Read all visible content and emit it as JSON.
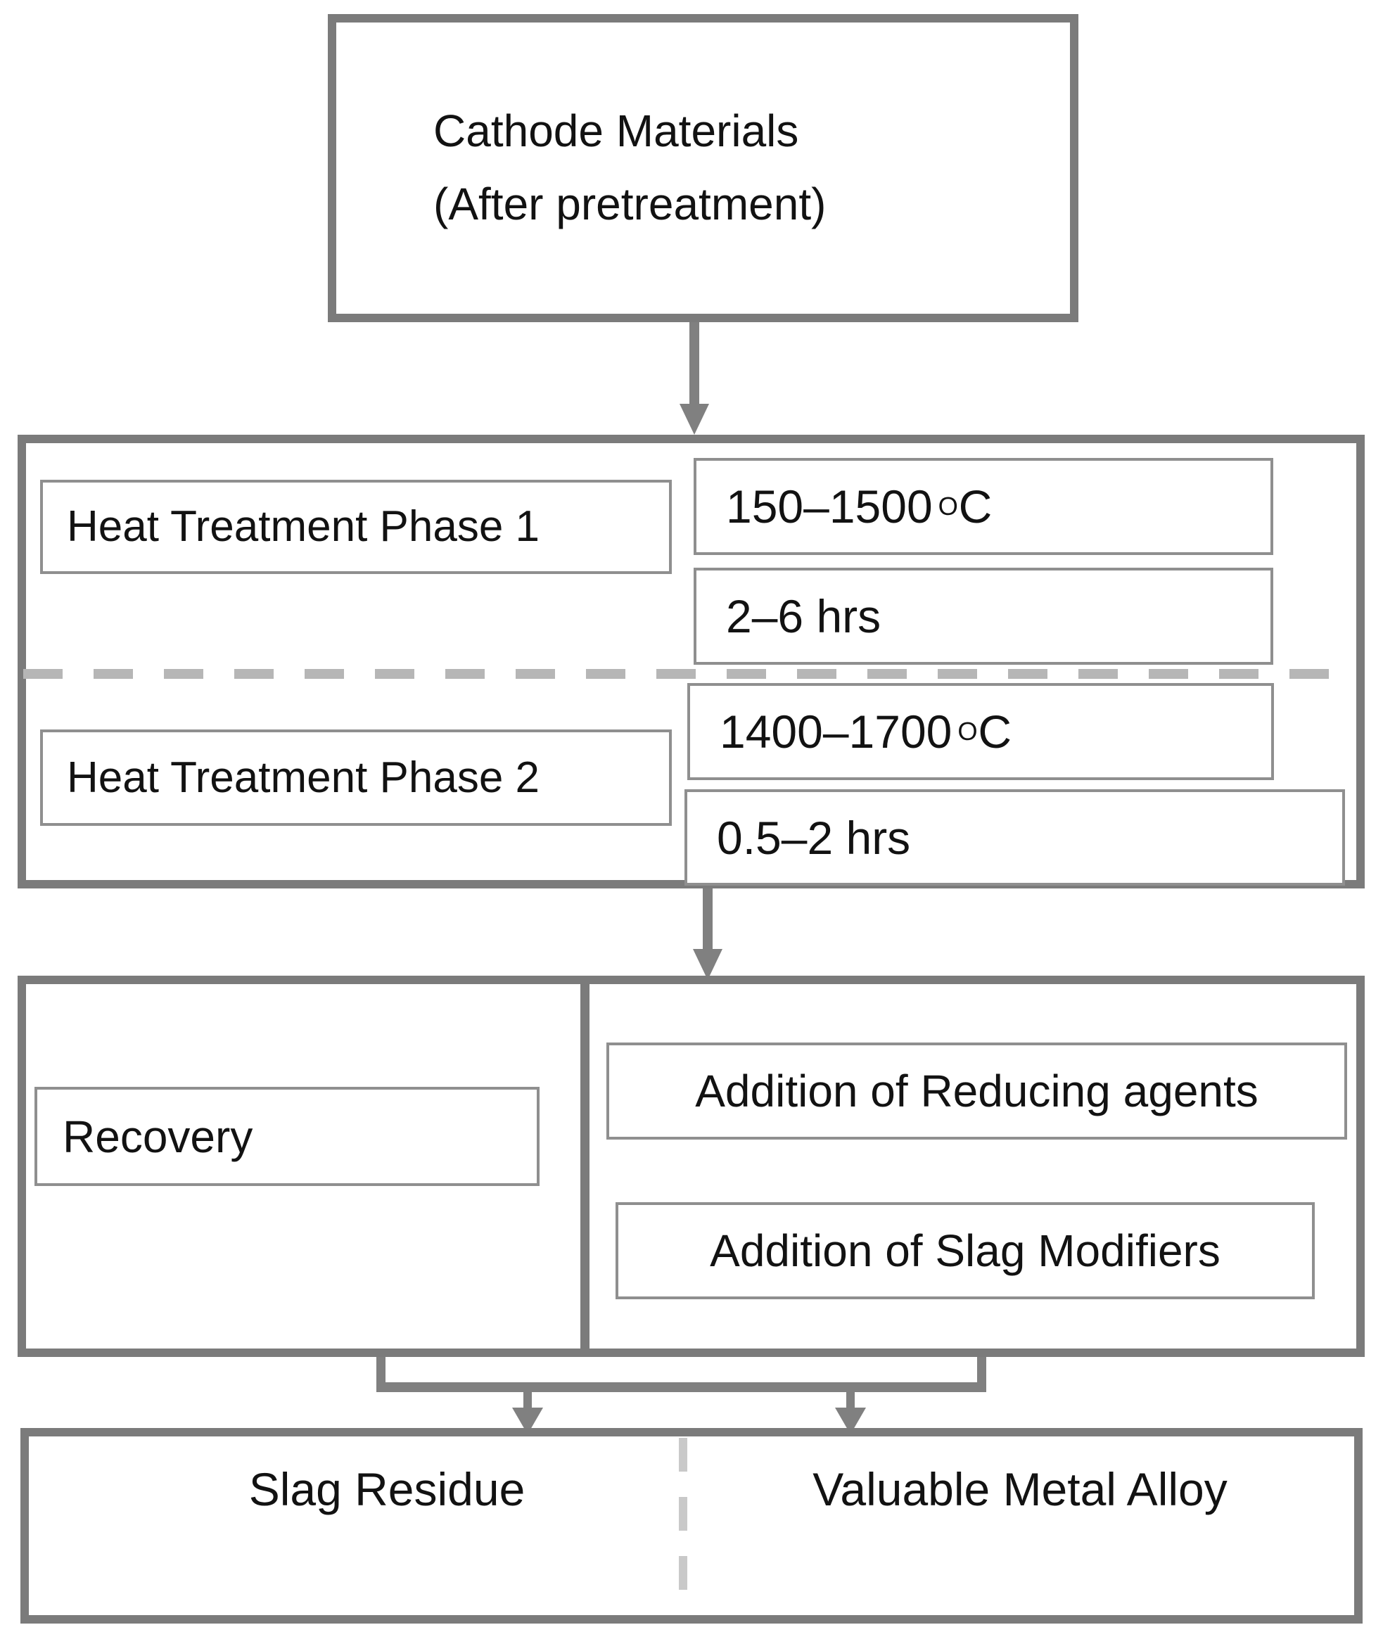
{
  "flowchart": {
    "cathode": {
      "line1": "Cathode Materials",
      "line2": "(After pretreatment)"
    },
    "heat_treatment": {
      "phase1": {
        "label": "Heat Treatment Phase 1",
        "temperature": "150–1500",
        "temperature_sup": "O",
        "temperature_unit": "C",
        "duration": "2–6 hrs"
      },
      "phase2": {
        "label": "Heat Treatment Phase 2",
        "temperature": "1400–1700",
        "temperature_sup": "O",
        "temperature_unit": "C",
        "duration": "0.5–2 hrs"
      }
    },
    "recovery": {
      "label": "Recovery",
      "additions": [
        "Addition of Reducing agents",
        "Addition of Slag Modifiers"
      ]
    },
    "outputs": {
      "left": "Slag Residue",
      "right": "Valuable Metal Alloy"
    },
    "colors": {
      "border_thick": "#7b7b7b",
      "border_thin": "#8f8f8f",
      "arrow": "#808080",
      "dash_heat_divider": "#b6b6b6",
      "dash_output_divider": "#c9c9c9",
      "text": "#121212",
      "background": "#ffffff"
    }
  }
}
